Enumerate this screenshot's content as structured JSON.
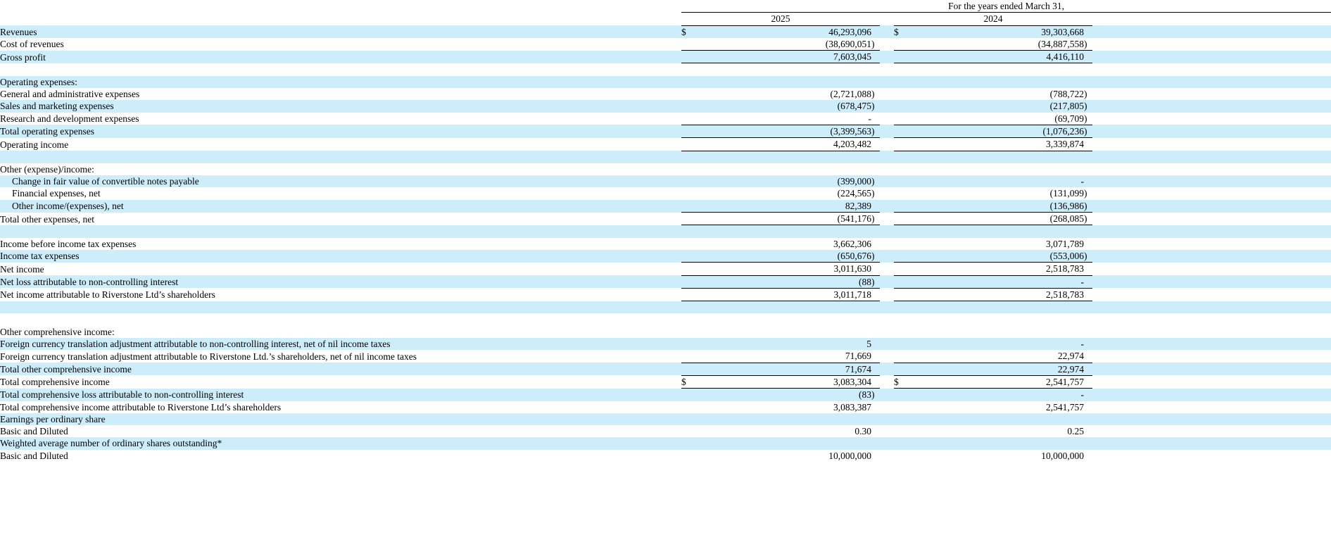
{
  "statement": {
    "period_header": "For the years ended March 31,",
    "columns": [
      {
        "year": "2025",
        "currency_symbol": "$"
      },
      {
        "year": "2024",
        "currency_symbol": "$"
      }
    ],
    "footnote_marker": "*"
  },
  "rows": [
    {
      "label": "Revenues",
      "indent": 0,
      "bold": false,
      "shaded": true,
      "cur25": "$",
      "v2025": "46,293,096",
      "p2025": "",
      "cur24": "$",
      "v2024": "39,303,668",
      "p2024": "",
      "rule25": "none",
      "rule24": "none"
    },
    {
      "label": "Cost of revenues",
      "indent": 0,
      "bold": false,
      "shaded": false,
      "cur25": "",
      "v2025": "(38,690,051",
      "p2025": ")",
      "cur24": "",
      "v2024": "(34,887,558",
      "p2024": ")",
      "rule25": "none",
      "rule24": "none"
    },
    {
      "label": "Gross profit",
      "indent": 0,
      "bold": true,
      "shaded": true,
      "cur25": "",
      "v2025": "7,603,045",
      "p2025": "",
      "cur24": "",
      "v2024": "4,416,110",
      "p2024": "",
      "rule25": "topbot",
      "rule24": "topbot"
    },
    {
      "label": "",
      "indent": 0,
      "bold": false,
      "shaded": false,
      "cur25": "",
      "v2025": "",
      "p2025": "",
      "cur24": "",
      "v2024": "",
      "p2024": "",
      "rule25": "none",
      "rule24": "none"
    },
    {
      "label": "Operating expenses:",
      "indent": 0,
      "bold": true,
      "shaded": true,
      "cur25": "",
      "v2025": "",
      "p2025": "",
      "cur24": "",
      "v2024": "",
      "p2024": "",
      "rule25": "none",
      "rule24": "none"
    },
    {
      "label": "General and administrative expenses",
      "indent": 0,
      "bold": false,
      "shaded": false,
      "cur25": "",
      "v2025": "(2,721,088",
      "p2025": ")",
      "cur24": "",
      "v2024": "(788,722",
      "p2024": ")",
      "rule25": "none",
      "rule24": "none"
    },
    {
      "label": "Sales and marketing expenses",
      "indent": 0,
      "bold": false,
      "shaded": true,
      "cur25": "",
      "v2025": "(678,475",
      "p2025": ")",
      "cur24": "",
      "v2024": "(217,805",
      "p2024": ")",
      "rule25": "none",
      "rule24": "none"
    },
    {
      "label": "Research and development expenses",
      "indent": 0,
      "bold": false,
      "shaded": false,
      "cur25": "",
      "v2025": "-",
      "p2025": "",
      "cur24": "",
      "v2024": "(69,709",
      "p2024": ")",
      "rule25": "none",
      "rule24": "none"
    },
    {
      "label": "Total operating expenses",
      "indent": 0,
      "bold": true,
      "shaded": true,
      "cur25": "",
      "v2025": "(3,399,563",
      "p2025": ")",
      "cur24": "",
      "v2024": "(1,076,236",
      "p2024": ")",
      "rule25": "topbot",
      "rule24": "topbot"
    },
    {
      "label": "Operating income",
      "indent": 0,
      "bold": true,
      "shaded": false,
      "cur25": "",
      "v2025": "4,203,482",
      "p2025": "",
      "cur24": "",
      "v2024": "3,339,874",
      "p2024": "",
      "rule25": "bot",
      "rule24": "bot"
    },
    {
      "label": "",
      "indent": 0,
      "bold": false,
      "shaded": true,
      "cur25": "",
      "v2025": "",
      "p2025": "",
      "cur24": "",
      "v2024": "",
      "p2024": "",
      "rule25": "none",
      "rule24": "none"
    },
    {
      "label": "Other (expense)/income:",
      "indent": 0,
      "bold": false,
      "shaded": false,
      "cur25": "",
      "v2025": "",
      "p2025": "",
      "cur24": "",
      "v2024": "",
      "p2024": "",
      "rule25": "none",
      "rule24": "none"
    },
    {
      "label": "Change in fair value of convertible notes payable",
      "indent": 1,
      "bold": false,
      "shaded": true,
      "cur25": "",
      "v2025": "(399,000",
      "p2025": ")",
      "cur24": "",
      "v2024": "-",
      "p2024": "",
      "rule25": "none",
      "rule24": "none"
    },
    {
      "label": "Financial expenses, net",
      "indent": 1,
      "bold": false,
      "shaded": false,
      "cur25": "",
      "v2025": "(224,565",
      "p2025": ")",
      "cur24": "",
      "v2024": "(131,099",
      "p2024": ")",
      "rule25": "none",
      "rule24": "none"
    },
    {
      "label": "Other income/(expenses), net",
      "indent": 1,
      "bold": false,
      "shaded": true,
      "cur25": "",
      "v2025": "82,389",
      "p2025": "",
      "cur24": "",
      "v2024": "(136,986",
      "p2024": ")",
      "rule25": "none",
      "rule24": "none"
    },
    {
      "label": "Total other expenses, net",
      "indent": 0,
      "bold": true,
      "shaded": false,
      "cur25": "",
      "v2025": "(541,176",
      "p2025": ")",
      "cur24": "",
      "v2024": "(268,085",
      "p2024": ")",
      "rule25": "topbot",
      "rule24": "topbot"
    },
    {
      "label": "",
      "indent": 0,
      "bold": false,
      "shaded": true,
      "cur25": "",
      "v2025": "",
      "p2025": "",
      "cur24": "",
      "v2024": "",
      "p2024": "",
      "rule25": "none",
      "rule24": "none"
    },
    {
      "label": "Income before income tax expenses",
      "indent": 0,
      "bold": true,
      "shaded": false,
      "cur25": "",
      "v2025": "3,662,306",
      "p2025": "",
      "cur24": "",
      "v2024": "3,071,789",
      "p2024": "",
      "rule25": "none",
      "rule24": "none"
    },
    {
      "label": "Income tax expenses",
      "indent": 0,
      "bold": false,
      "shaded": true,
      "cur25": "",
      "v2025": "(650,676",
      "p2025": ")",
      "cur24": "",
      "v2024": "(553,006",
      "p2024": ")",
      "rule25": "none",
      "rule24": "none"
    },
    {
      "label": "Net income",
      "indent": 0,
      "bold": true,
      "shaded": false,
      "cur25": "",
      "v2025": "3,011,630",
      "p2025": "",
      "cur24": "",
      "v2024": "2,518,783",
      "p2024": "",
      "rule25": "topdbl",
      "rule24": "topdbl"
    },
    {
      "label": "Net loss attributable to non-controlling interest",
      "indent": 0,
      "bold": false,
      "shaded": true,
      "cur25": "",
      "v2025": "(88",
      "p2025": ")",
      "cur24": "",
      "v2024": "-",
      "p2024": "",
      "rule25": "bot",
      "rule24": "bot"
    },
    {
      "label": "Net income attributable to Riverstone Ltd’s shareholders",
      "indent": 0,
      "bold": true,
      "shaded": false,
      "cur25": "",
      "v2025": "3,011,718",
      "p2025": "",
      "cur24": "",
      "v2024": "2,518,783",
      "p2024": "",
      "rule25": "dbl",
      "rule24": "dbl"
    },
    {
      "label": "",
      "indent": 0,
      "bold": false,
      "shaded": true,
      "cur25": "",
      "v2025": "",
      "p2025": "",
      "cur24": "",
      "v2024": "",
      "p2024": "",
      "rule25": "none",
      "rule24": "none"
    },
    {
      "label": "",
      "indent": 0,
      "bold": false,
      "shaded": false,
      "cur25": "",
      "v2025": "",
      "p2025": "",
      "cur24": "",
      "v2024": "",
      "p2024": "",
      "rule25": "none",
      "rule24": "none"
    },
    {
      "label": "Other comprehensive income:",
      "indent": 0,
      "bold": true,
      "shaded": false,
      "cur25": "",
      "v2025": "",
      "p2025": "",
      "cur24": "",
      "v2024": "",
      "p2024": "",
      "rule25": "none",
      "rule24": "none"
    },
    {
      "label": "Foreign currency translation adjustment attributable to non-controlling interest, net of nil income taxes",
      "indent": 0,
      "bold": false,
      "shaded": true,
      "cur25": "",
      "v2025": "5",
      "p2025": "",
      "cur24": "",
      "v2024": "-",
      "p2024": "",
      "rule25": "none",
      "rule24": "none"
    },
    {
      "label": "Foreign currency translation adjustment attributable to Riverstone Ltd.’s shareholders, net of nil income taxes",
      "indent": 0,
      "bold": false,
      "shaded": false,
      "cur25": "",
      "v2025": "71,669",
      "p2025": "",
      "cur24": "",
      "v2024": "22,974",
      "p2024": "",
      "rule25": "none",
      "rule24": "none"
    },
    {
      "label": "Total other comprehensive income",
      "indent": 0,
      "bold": true,
      "shaded": true,
      "cur25": "",
      "v2025": "71,674",
      "p2025": "",
      "cur24": "",
      "v2024": "22,974",
      "p2024": "",
      "rule25": "top",
      "rule24": "top"
    },
    {
      "label": "Total comprehensive income",
      "indent": 0,
      "bold": true,
      "shaded": false,
      "cur25": "$",
      "v2025": "3,083,304",
      "p2025": "",
      "cur24": "$",
      "v2024": "2,541,757",
      "p2024": "",
      "rule25": "topbot",
      "rule24": "topbot"
    },
    {
      "label": "Total comprehensive loss attributable to non-controlling interest",
      "indent": 0,
      "bold": false,
      "shaded": true,
      "cur25": "",
      "v2025": "(83",
      "p2025": ")",
      "cur24": "",
      "v2024": "-",
      "p2024": "",
      "rule25": "none",
      "rule24": "none"
    },
    {
      "label": "Total comprehensive income attributable to Riverstone Ltd’s shareholders",
      "indent": 0,
      "bold": false,
      "shaded": false,
      "cur25": "",
      "v2025": "3,083,387",
      "p2025": "",
      "cur24": "",
      "v2024": "2,541,757",
      "p2024": "",
      "rule25": "none",
      "rule24": "none"
    },
    {
      "label": "Earnings per ordinary share",
      "indent": 0,
      "bold": true,
      "shaded": true,
      "cur25": "",
      "v2025": "",
      "p2025": "",
      "cur24": "",
      "v2024": "",
      "p2024": "",
      "rule25": "none",
      "rule24": "none"
    },
    {
      "label": "Basic and Diluted",
      "indent": 0,
      "bold": false,
      "shaded": false,
      "cur25": "",
      "v2025": "0.30",
      "p2025": "",
      "cur24": "",
      "v2024": "0.25",
      "p2024": "",
      "rule25": "none",
      "rule24": "none"
    },
    {
      "label": "Weighted average number of ordinary shares outstanding*",
      "indent": 0,
      "bold": true,
      "shaded": true,
      "cur25": "",
      "v2025": "",
      "p2025": "",
      "cur24": "",
      "v2024": "",
      "p2024": "",
      "rule25": "none",
      "rule24": "none"
    },
    {
      "label": "Basic and Diluted",
      "indent": 0,
      "bold": false,
      "shaded": false,
      "cur25": "",
      "v2025": "10,000,000",
      "p2025": "",
      "cur24": "",
      "v2024": "10,000,000",
      "p2024": "",
      "rule25": "none",
      "rule24": "none"
    }
  ]
}
